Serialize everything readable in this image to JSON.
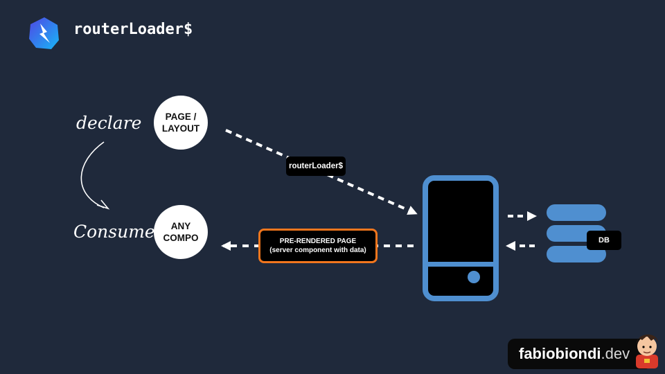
{
  "header": {
    "title": "routerLoader$"
  },
  "nodes": {
    "page_layout": "PAGE /\nLAYOUT",
    "any_compo": "ANY\nCOMPO"
  },
  "labels": {
    "declare": "declare",
    "consume": "Consume"
  },
  "edges": {
    "router_loader_tag": "routerLoader$",
    "prerendered_title": "PRE-RENDERED PAGE",
    "prerendered_subtitle": "(server component with data)"
  },
  "db": {
    "label": "DB"
  },
  "brand": {
    "name": "fabiobiondi",
    "suffix": ".dev"
  },
  "colors": {
    "background": "#1f293b",
    "device": "#4f8fd0",
    "db": "#4f8fd0",
    "highlight_border": "#f2761d"
  }
}
